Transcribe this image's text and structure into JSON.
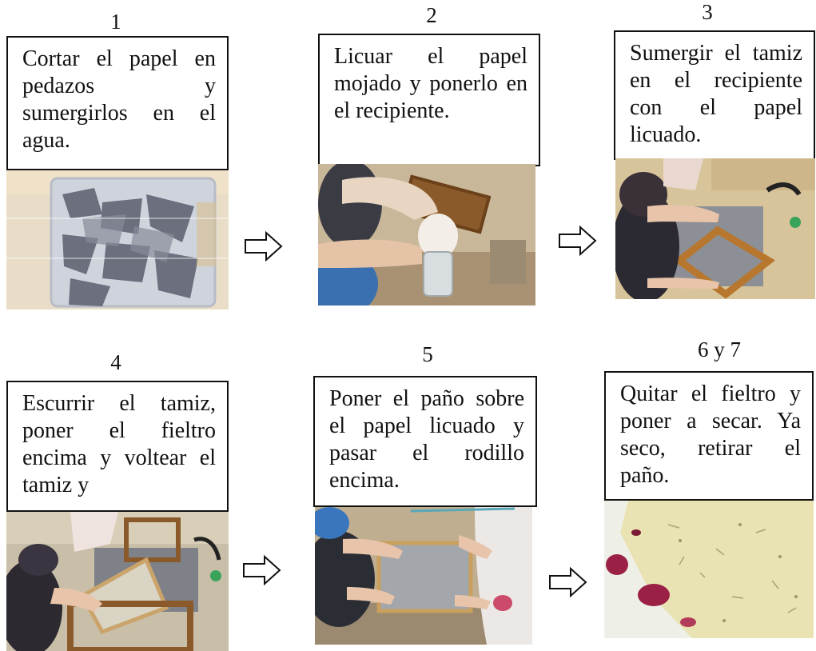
{
  "steps": [
    {
      "number": "1",
      "text": "Cortar el papel en pedazos y sumergirlos en el agua."
    },
    {
      "number": "2",
      "text": "Licuar el papel mojado y ponerlo en el recipiente."
    },
    {
      "number": "3",
      "text": "Sumergir el tamiz en el recipiente con el papel licuado."
    },
    {
      "number": "4",
      "text": "Escurrir el tamiz, poner el fieltro encima y voltear el tamiz y"
    },
    {
      "number": "5",
      "text": "Poner el paño sobre el papel licuado y pasar el rodillo encima."
    },
    {
      "number": "6 y 7",
      "text": "Quitar el fieltro y poner a secar. Ya seco, retirar el paño."
    }
  ],
  "arrow_icon": "outlined-right-arrow",
  "colors": {
    "border": "#111111",
    "paper_cream": "#e9e2b2",
    "petal": "#9b2046",
    "wood": "#b07a3a"
  }
}
